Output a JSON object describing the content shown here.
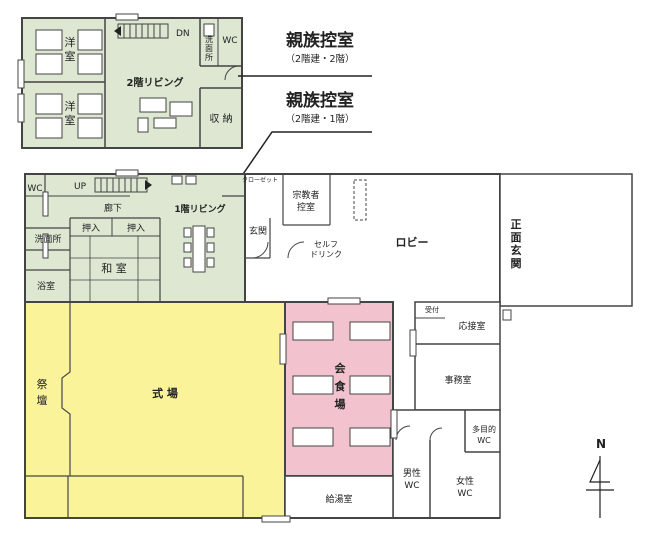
{
  "colors": {
    "green": "#dde7d2",
    "yellow": "#fbf39a",
    "pink": "#f2c2cf",
    "wall": "#444444"
  },
  "upper_floor": {
    "western_room_top": "洋\n室",
    "western_room_bottom": "洋\n室",
    "living_2f": "2階リビング",
    "dn": "DN",
    "washroom": "洗\n面\n所",
    "wc": "WC",
    "storage": "収 納"
  },
  "ground_floor": {
    "wc": "WC",
    "up": "UP",
    "corridor": "廊下",
    "living_1f": "1階リビング",
    "closet": "クローゼット",
    "oshiire_1": "押入",
    "oshiire_2": "押入",
    "washroom": "洗面所",
    "japanese_room": "和 室",
    "bathroom": "浴室",
    "entrance_small": "玄関",
    "religious_room": "宗教者\n控室",
    "self_drink": "セルフ\nドリンク",
    "lobby": "ロビー",
    "front_entrance": "正\n面\n玄\n関",
    "reception": "受付",
    "reception_room": "応接室",
    "office": "事務室",
    "multipurpose_wc": "多目的\nWC",
    "altar": "祭\n壇",
    "ceremony_hall": "式 場",
    "dining_hall": "会\n食\n場",
    "kitchen": "給湯室",
    "male_wc": "男性\nWC",
    "female_wc": "女性\nWC"
  },
  "callouts": [
    {
      "title": "親族控室",
      "subtitle": "（2階建・2階）"
    },
    {
      "title": "親族控室",
      "subtitle": "（2階建・1階）"
    }
  ],
  "compass": {
    "label": "N"
  }
}
